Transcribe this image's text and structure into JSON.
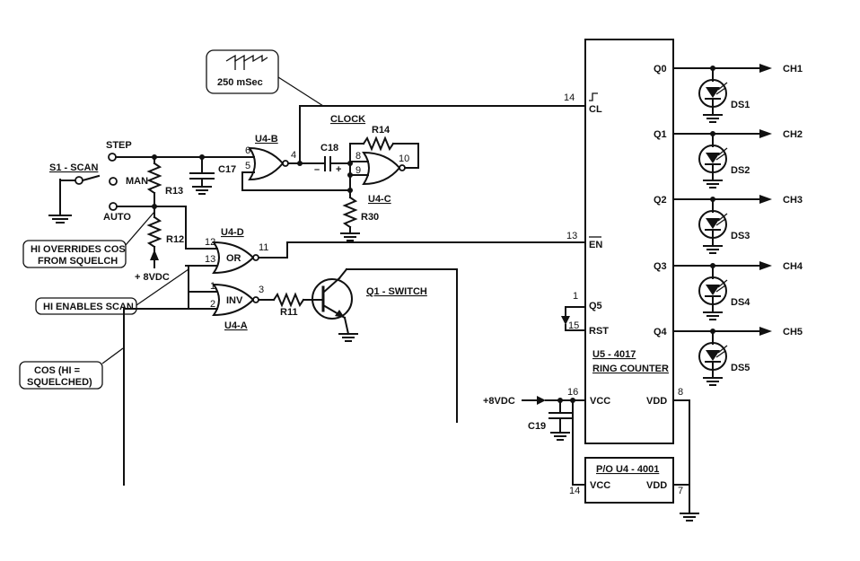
{
  "clock": {
    "waveform_period": "250 mSec",
    "title": "CLOCK"
  },
  "controls": {
    "switch": "S1 - SCAN",
    "step": "STEP",
    "man": "MAN",
    "auto": "AUTO",
    "supply_left": "+ 8VDC",
    "supply_counter": "+8VDC"
  },
  "callouts": {
    "hi_overrides": [
      "HI OVERRIDES COS",
      "FROM SQUELCH"
    ],
    "hi_enables": "HI ENABLES SCAN",
    "cos": [
      "COS (HI =",
      "SQUELCHED)"
    ]
  },
  "components": {
    "u4b": "U4-B",
    "u4c": "U4-C",
    "u4d": "U4-D",
    "u4a": "U4-A",
    "or_label": "OR",
    "inv_label": "INV",
    "q1": "Q1 - SWITCH",
    "r11": "R11",
    "r12": "R12",
    "r13": "R13",
    "r14": "R14",
    "r30": "R30",
    "c17": "C17",
    "c18": "C18",
    "c19": "C19",
    "c18_minus": "–",
    "c18_plus": "+"
  },
  "pins": {
    "u4b_in_a": "6",
    "u4b_in_b": "5",
    "u4b_out": "4",
    "u4c_in_a": "8",
    "u4c_in_b": "9",
    "u4c_out": "10",
    "u4d_in_a": "12",
    "u4d_in_b": "13",
    "u4d_out": "11",
    "u4a_in_a": "1",
    "u4a_in_b": "2",
    "u4a_out": "3",
    "u5_cl": "14",
    "u5_en": "13",
    "u5_q5": "1",
    "u5_rst": "15",
    "u5_vcc": "16",
    "u5_vdd": "8",
    "u4_vcc": "14",
    "u4_vdd": "7"
  },
  "counter": {
    "name": "U5 - 4017",
    "type": "RING COUNTER",
    "cl": "CL",
    "en": "EN",
    "q5": "Q5",
    "rst": "RST",
    "vcc": "VCC",
    "vdd": "VDD",
    "outputs": [
      "Q0",
      "Q1",
      "Q2",
      "Q3",
      "Q4"
    ],
    "leds": [
      "DS1",
      "DS2",
      "DS3",
      "DS4",
      "DS5"
    ],
    "channels": [
      "CH1",
      "CH2",
      "CH3",
      "CH4",
      "CH5"
    ]
  },
  "power_ic": {
    "name": "P/O U4 - 4001",
    "vcc": "VCC",
    "vdd": "VDD"
  }
}
